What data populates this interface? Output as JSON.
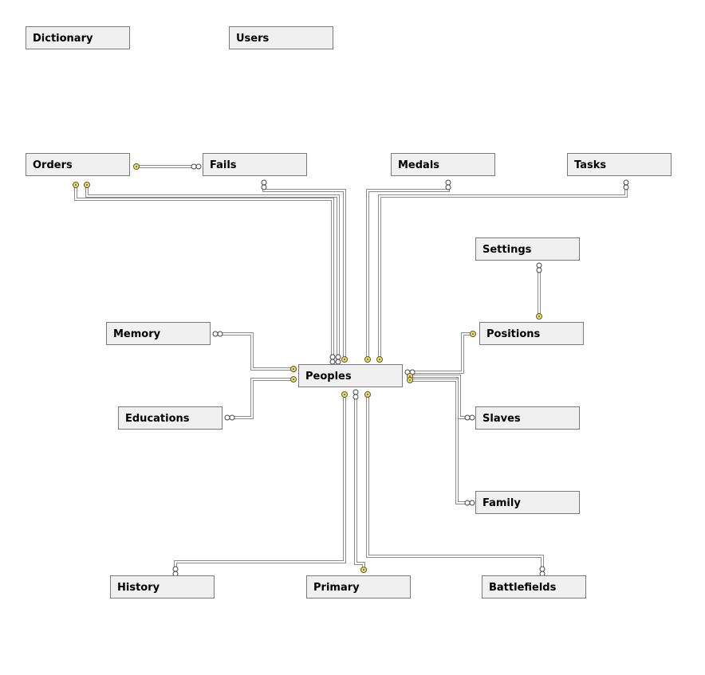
{
  "diagram": {
    "colors": {
      "background": "#ffffff",
      "box_fill": "#f0f0f0",
      "box_border": "#7a7a7a",
      "relation_outer": "#8c8c8c",
      "relation_inner": "#ffffff",
      "key_icon": "#f2e44a"
    },
    "tables": [
      {
        "id": "dictionary",
        "label": "Dictionary"
      },
      {
        "id": "users",
        "label": "Users"
      },
      {
        "id": "orders",
        "label": "Orders"
      },
      {
        "id": "fails",
        "label": "Fails"
      },
      {
        "id": "medals",
        "label": "Medals"
      },
      {
        "id": "tasks",
        "label": "Tasks"
      },
      {
        "id": "settings",
        "label": "Settings"
      },
      {
        "id": "memory",
        "label": "Memory"
      },
      {
        "id": "positions",
        "label": "Positions"
      },
      {
        "id": "peoples",
        "label": "Peoples"
      },
      {
        "id": "educations",
        "label": "Educations"
      },
      {
        "id": "slaves",
        "label": "Slaves"
      },
      {
        "id": "family",
        "label": "Family"
      },
      {
        "id": "history",
        "label": "History"
      },
      {
        "id": "primary",
        "label": "Primary"
      },
      {
        "id": "battlefields",
        "label": "Battlefields"
      }
    ],
    "relationships": [
      {
        "from": "orders",
        "to": "fails",
        "from_end": "key",
        "to_end": "many"
      },
      {
        "from": "orders",
        "to": "peoples",
        "from_end": "key",
        "to_end": "many"
      },
      {
        "from": "orders",
        "to": "peoples",
        "from_end": "key",
        "to_end": "many"
      },
      {
        "from": "fails",
        "to": "peoples",
        "from_end": "many",
        "to_end": "key"
      },
      {
        "from": "medals",
        "to": "peoples",
        "from_end": "many",
        "to_end": "key"
      },
      {
        "from": "tasks",
        "to": "peoples",
        "from_end": "many",
        "to_end": "key"
      },
      {
        "from": "settings",
        "to": "positions",
        "from_end": "many",
        "to_end": "key"
      },
      {
        "from": "memory",
        "to": "peoples",
        "from_end": "many",
        "to_end": "key"
      },
      {
        "from": "educations",
        "to": "peoples",
        "from_end": "many",
        "to_end": "key"
      },
      {
        "from": "positions",
        "to": "peoples",
        "from_end": "key",
        "to_end": "many"
      },
      {
        "from": "slaves",
        "to": "peoples",
        "from_end": "many",
        "to_end": "key"
      },
      {
        "from": "family",
        "to": "peoples",
        "from_end": "many",
        "to_end": "key"
      },
      {
        "from": "history",
        "to": "peoples",
        "from_end": "many",
        "to_end": "key"
      },
      {
        "from": "primary",
        "to": "peoples",
        "from_end": "key",
        "to_end": "many"
      },
      {
        "from": "battlefields",
        "to": "peoples",
        "from_end": "many",
        "to_end": "key"
      }
    ]
  }
}
